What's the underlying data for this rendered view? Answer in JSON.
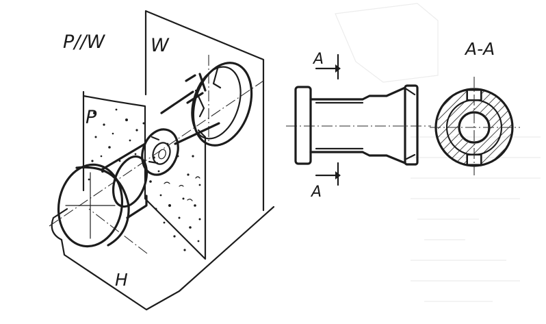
{
  "labels": {
    "parallel_note": "P//W",
    "plane_w": "W",
    "plane_p": "P",
    "plane_h": "H",
    "section_mark_top": "A",
    "section_mark_bottom": "A",
    "section_title": "A-A"
  },
  "colors": {
    "ink": "#1c1c1c",
    "paper": "#ffffff",
    "bleed_through": "#ececec"
  }
}
